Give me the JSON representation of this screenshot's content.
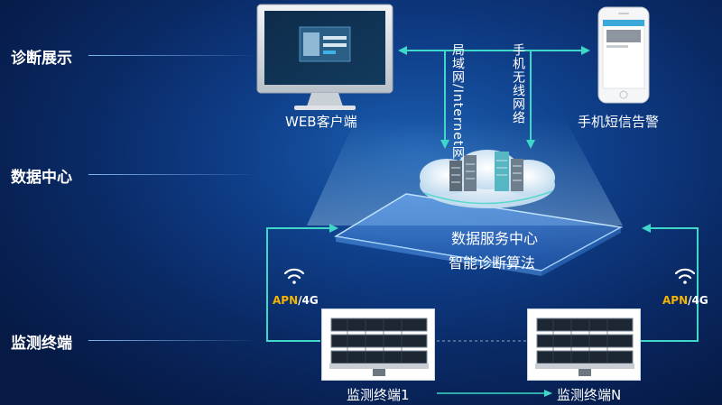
{
  "layers": {
    "display": "诊断展示",
    "data_center": "数据中心",
    "terminal": "监测终端"
  },
  "nodes": {
    "web_client": "WEB客户端",
    "sms_alarm": "手机短信告警",
    "server_center": "数据服务中心",
    "algorithm": "智能诊断算法",
    "terminal_1": "监测终端1",
    "terminal_n": "监测终端N"
  },
  "links": {
    "lan_internet": "局域网/Internet网",
    "mobile_network": "手机无线网络",
    "apn_prefix": "APN",
    "apn_suffix": "/4G"
  },
  "colors": {
    "connector": "#3fd7c8",
    "accent": "#f5b400"
  }
}
